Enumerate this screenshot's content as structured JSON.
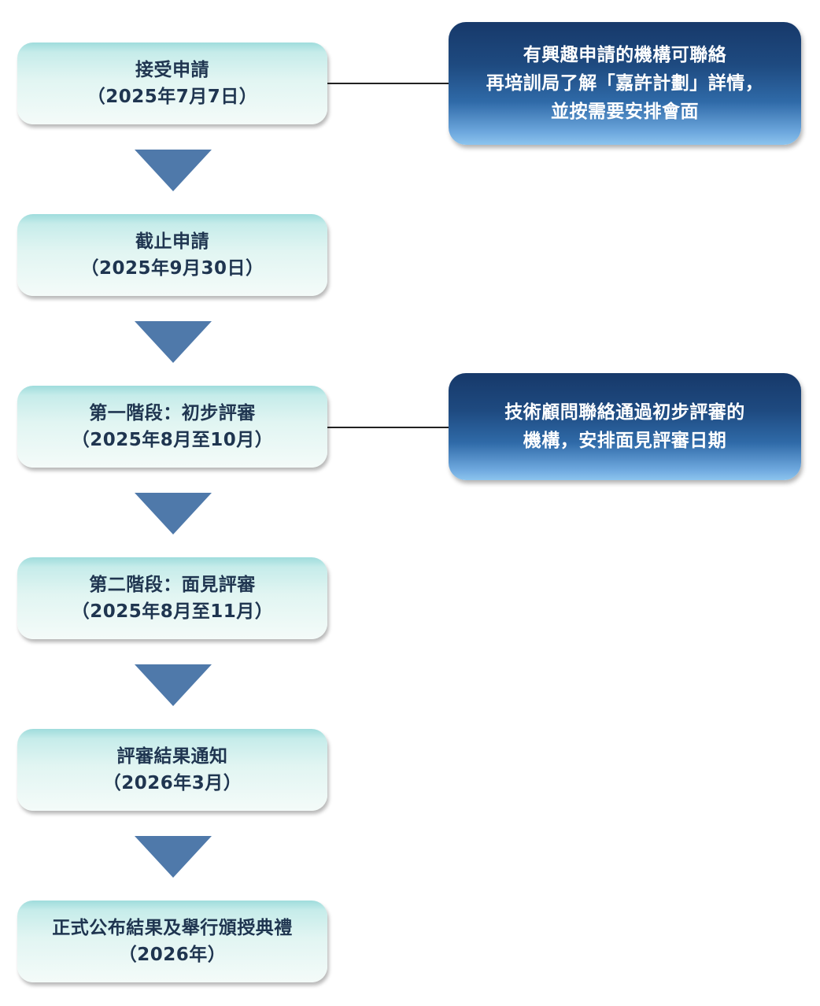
{
  "steps": [
    {
      "title": "接受申請",
      "date": "（2025年7月7日）"
    },
    {
      "title": "截止申請",
      "date": "（2025年9月30日）"
    },
    {
      "title": "第一階段：初步評審",
      "date": "（2025年8月至10月）"
    },
    {
      "title": "第二階段：面見評審",
      "date": "（2025年8月至11月）"
    },
    {
      "title": "評審結果通知",
      "date": "（2026年3月）"
    },
    {
      "title": "正式公布結果及舉行頒授典禮",
      "date": "（2026年）"
    }
  ],
  "notes": [
    {
      "lines": [
        "有興趣申請的機構可聯絡",
        "再培訓局了解「嘉許計劃」詳情，",
        "並按需要安排會面"
      ]
    },
    {
      "lines": [
        "技術顧問聯絡通過初步評審的",
        "機構，安排面見評審日期"
      ]
    }
  ],
  "colors": {
    "step_text": "#1f3550",
    "arrow": "#4f79aa",
    "note_dark": "#17396a",
    "note_light": "#8cc4ee"
  }
}
